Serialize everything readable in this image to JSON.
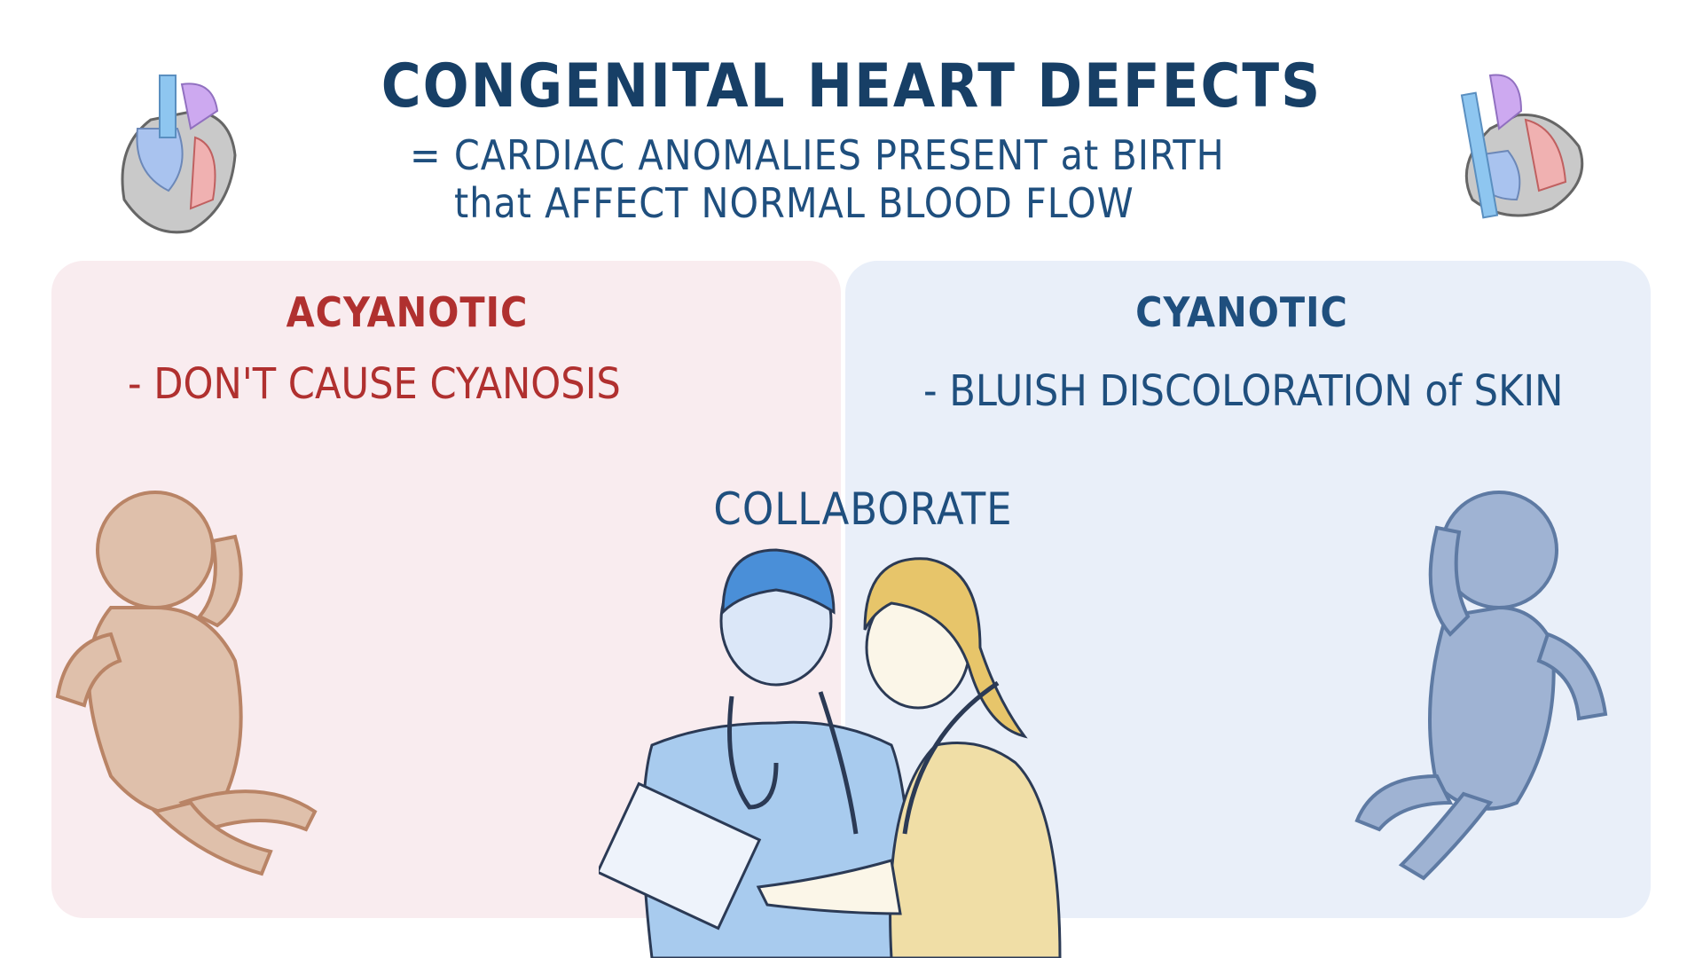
{
  "header": {
    "title": "CONGENITAL HEART DEFECTS",
    "subtitle_line1": "= CARDIAC ANOMALIES PRESENT at BIRTH",
    "subtitle_line2": "that AFFECT NORMAL BLOOD FLOW"
  },
  "acyanotic": {
    "heading": "ACYANOTIC",
    "description": "- DON'T CAUSE CYANOSIS",
    "color": "#b0302f",
    "panel_color": "#f9ecef"
  },
  "cyanotic": {
    "heading": "CYANOTIC",
    "description": "- BLUISH DISCOLORATION of SKIN",
    "color": "#1f4f7e",
    "panel_color": "#e9eff9"
  },
  "center": {
    "label": "COLLABORATE"
  },
  "illustrations": [
    "heart-icon",
    "heart-icon",
    "pink-baby",
    "blue-baby",
    "doctor",
    "nurse"
  ]
}
